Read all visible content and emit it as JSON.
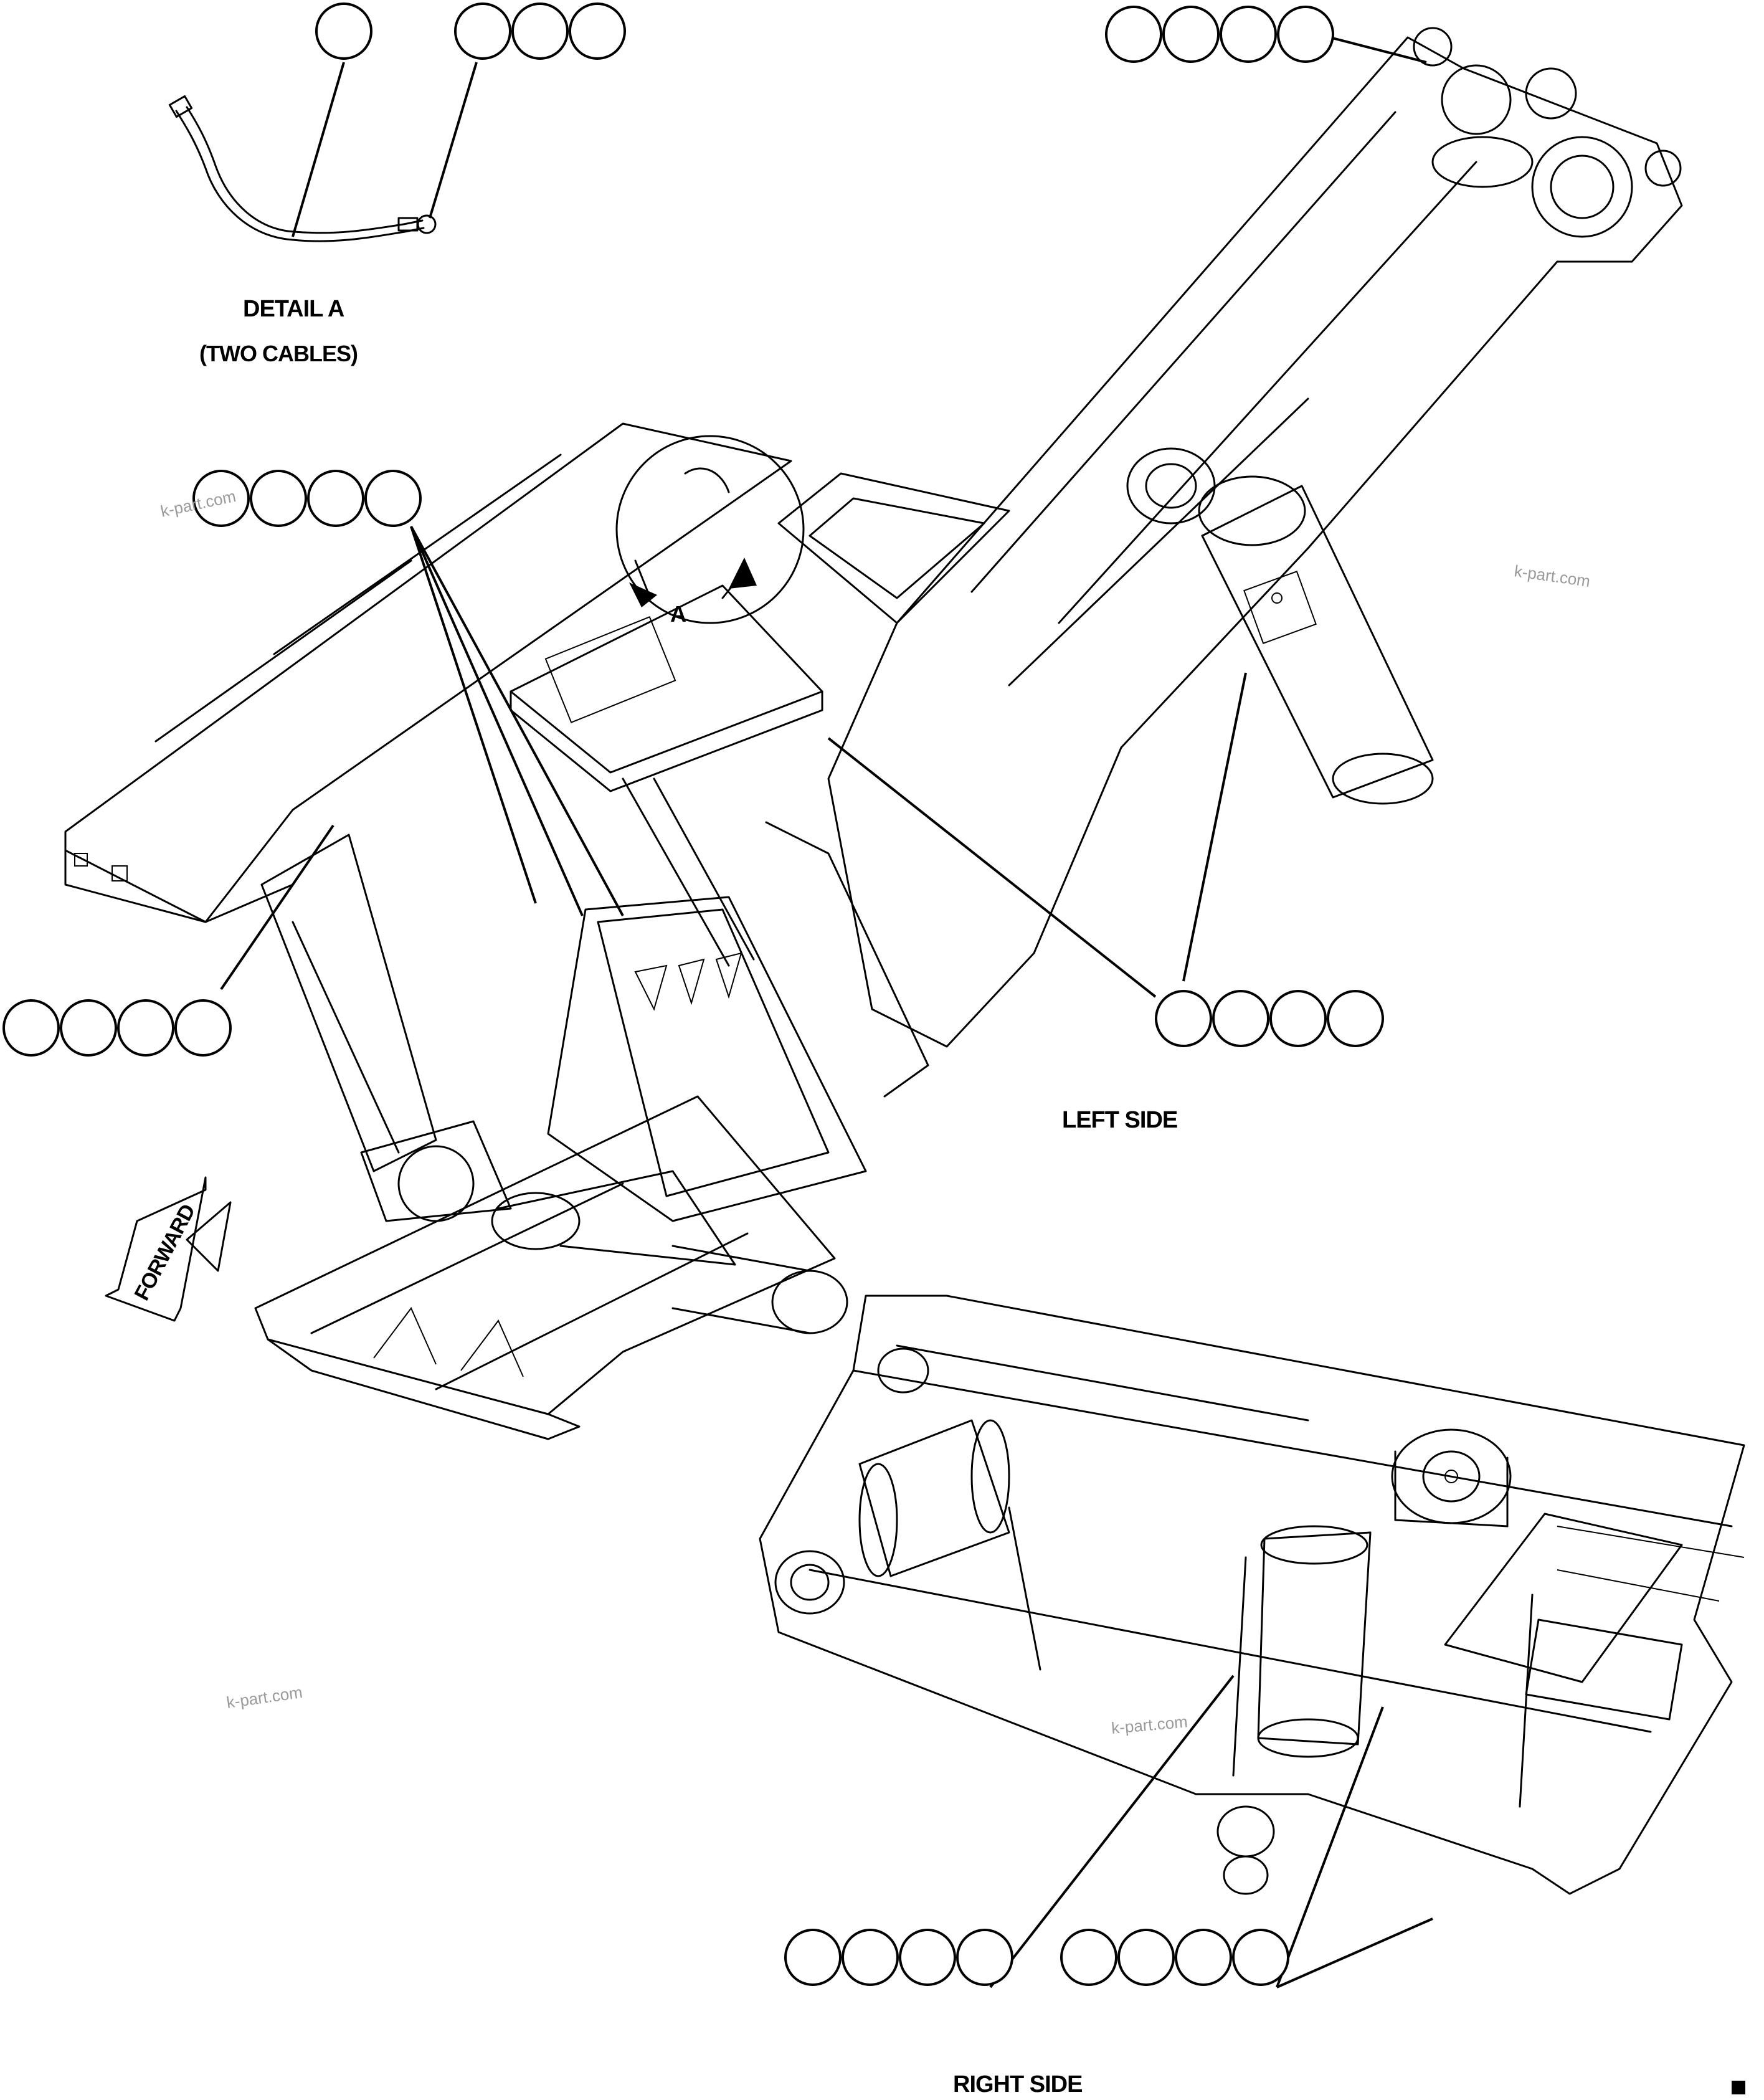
{
  "labels": {
    "detail_a": "DETAIL A",
    "two_cables": "(TWO CABLES)",
    "view_ref": "A",
    "left_side": "LEFT SIDE",
    "right_side": "RIGHT SIDE",
    "forward": "FORWARD"
  },
  "watermark": "k-part.com",
  "callout_groups": [
    {
      "id": "g1",
      "bubble_count": 1
    },
    {
      "id": "g2",
      "bubble_count": 3
    },
    {
      "id": "g3",
      "bubble_count": 4
    },
    {
      "id": "g4",
      "bubble_count": 4
    },
    {
      "id": "g5",
      "bubble_count": 4
    },
    {
      "id": "g6",
      "bubble_count": 4
    },
    {
      "id": "g7",
      "bubble_count": 4
    },
    {
      "id": "g8",
      "bubble_count": 4
    }
  ],
  "colors": {
    "line": "#000000",
    "background": "#ffffff",
    "watermark": "#9a9a9a"
  }
}
